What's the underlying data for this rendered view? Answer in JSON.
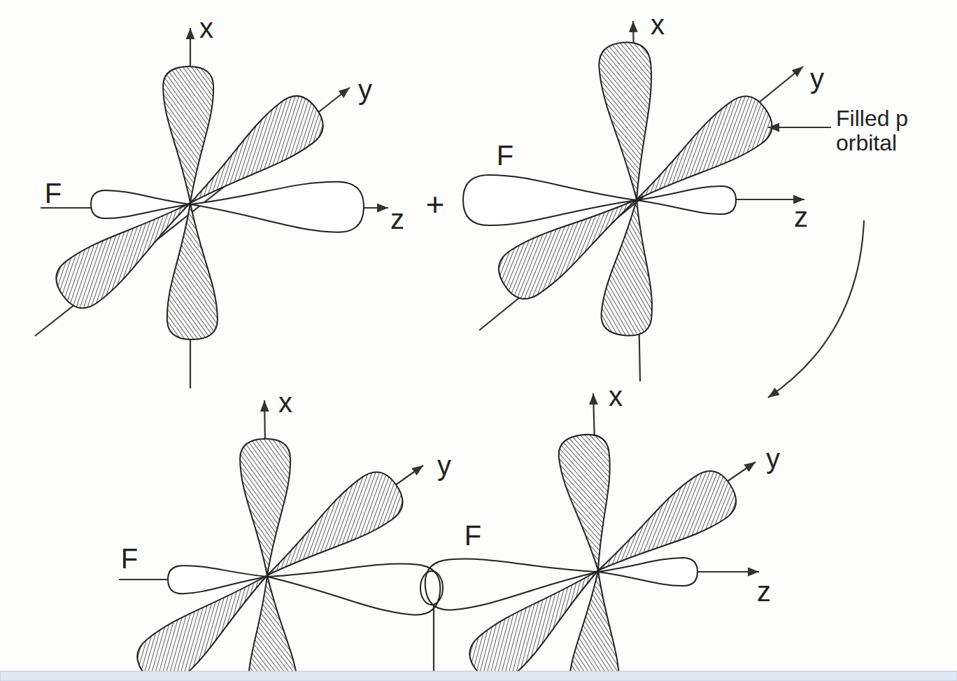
{
  "diagram": {
    "labels": [
      "x",
      "y",
      "F",
      "z",
      "+",
      "x",
      "y",
      "F",
      "z",
      "Filled p orbital",
      "x",
      "y",
      "F",
      "F",
      "x",
      "y",
      "z"
    ]
  }
}
